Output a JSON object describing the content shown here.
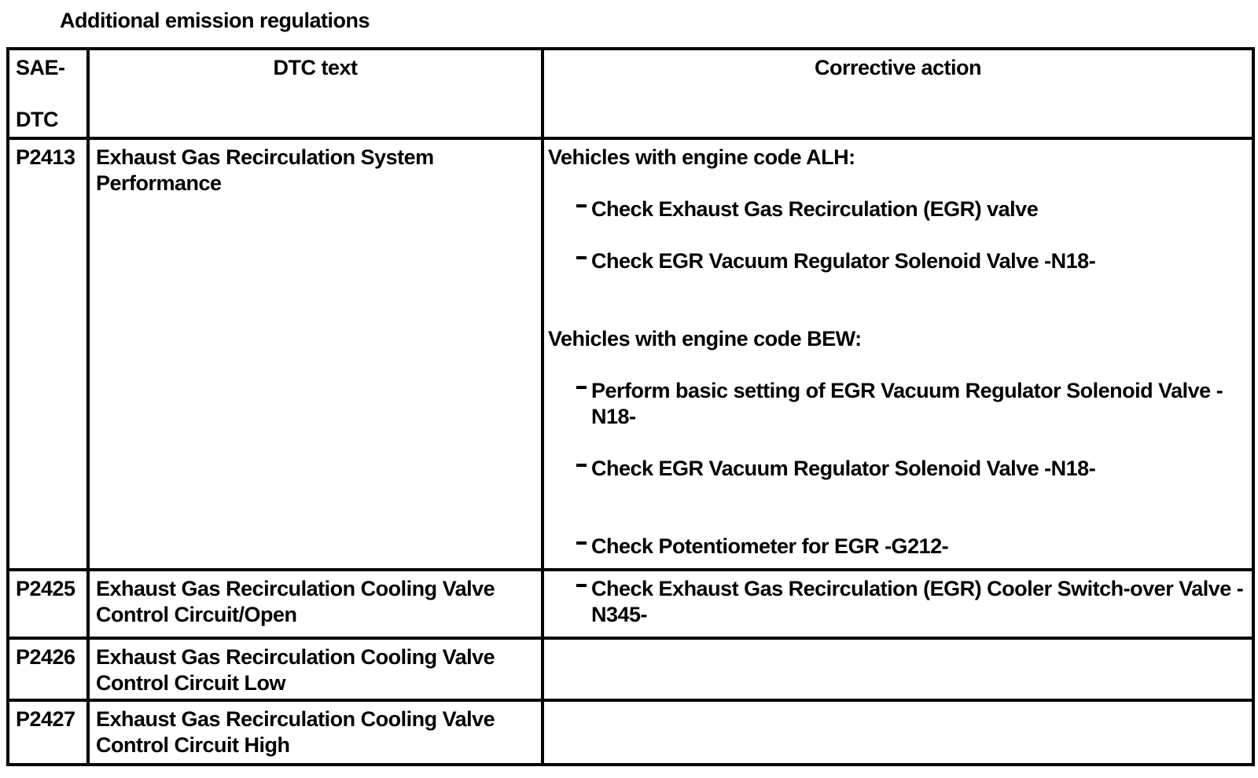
{
  "title": "Additional emission regulations",
  "table": {
    "headers": {
      "sae_line1": "SAE-",
      "sae_line2": "DTC",
      "dtc_text": "DTC text",
      "corrective_action": "Corrective action"
    },
    "rows": [
      {
        "code": "P2413",
        "dtc_text": "Exhaust Gas Recirculation System Performance",
        "actions": [
          {
            "type": "heading",
            "text": "Vehicles with engine code ALH:"
          },
          {
            "type": "bullet",
            "text": "Check Exhaust Gas Recirculation (EGR) valve"
          },
          {
            "type": "bullet",
            "text": "Check EGR Vacuum Regulator Solenoid Valve -N18-"
          },
          {
            "type": "heading",
            "text": "Vehicles with engine code BEW:"
          },
          {
            "type": "bullet",
            "text": "Perform basic setting of EGR Vacuum Regulator Solenoid Valve -N18-"
          },
          {
            "type": "bullet",
            "text": "Check EGR Vacuum Regulator Solenoid Valve -N18-"
          },
          {
            "type": "bullet",
            "text": "Check Potentiometer for EGR -G212-"
          }
        ]
      },
      {
        "code": "P2425",
        "dtc_text": "Exhaust Gas Recirculation Cooling Valve Control Circuit/Open",
        "actions": [
          {
            "type": "bullet",
            "text": "Check Exhaust Gas Recirculation (EGR) Cooler Switch-over Valve -N345-"
          }
        ]
      },
      {
        "code": "P2426",
        "dtc_text": "Exhaust Gas Recirculation Cooling Valve Control Circuit Low",
        "actions": []
      },
      {
        "code": "P2427",
        "dtc_text": "Exhaust Gas Recirculation Cooling Valve Control Circuit High",
        "actions": []
      }
    ]
  }
}
